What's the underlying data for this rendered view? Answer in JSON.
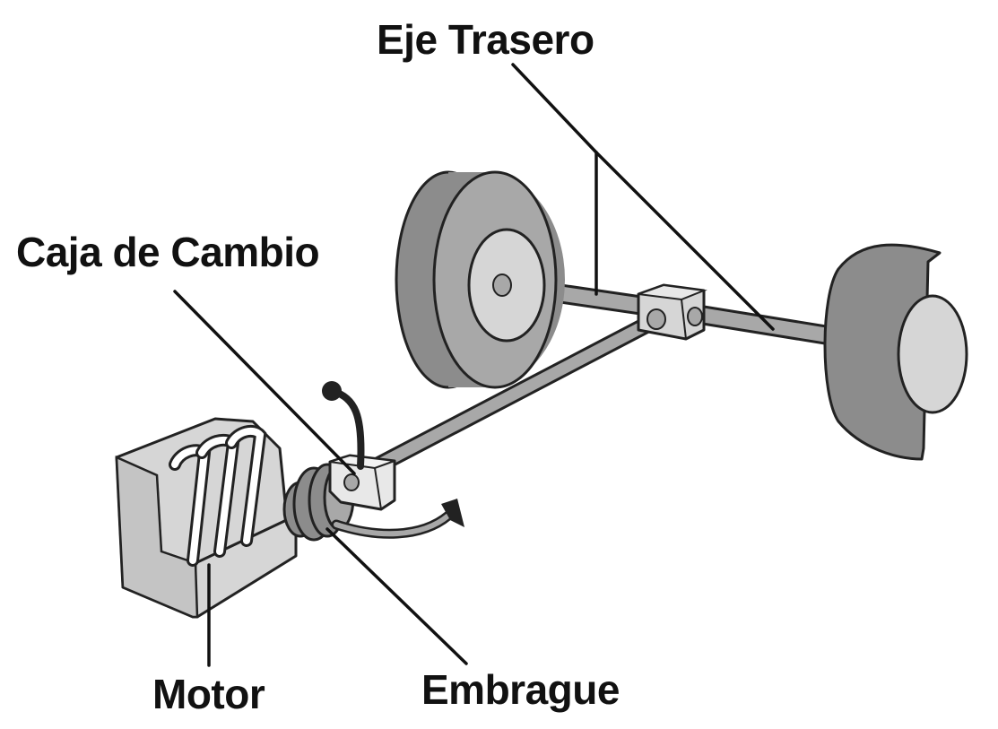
{
  "labels": {
    "rear_axle": "Eje Trasero",
    "gearbox": "Caja de Cambio",
    "engine": "Motor",
    "clutch": "Embrague"
  },
  "colors": {
    "background": "#ffffff",
    "text": "#111111",
    "outline": "#222222",
    "dark_gray": "#8c8c8c",
    "mid_gray": "#a8a8a8",
    "light_gray": "#d6d6d6",
    "very_light_gray": "#e8e8e8"
  }
}
